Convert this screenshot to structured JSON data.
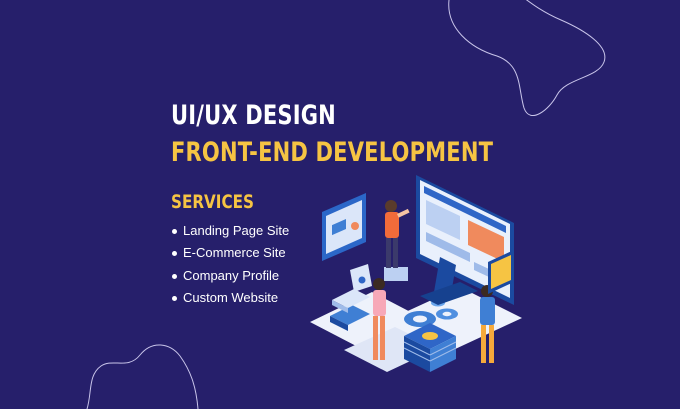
{
  "headline": {
    "line1": "UI/UX DESIGN",
    "line2": "FRONT-END DEVELOPMENT"
  },
  "services": {
    "heading": "SERVICES",
    "items": [
      "Landing Page Site",
      "E-Commerce Site",
      "Company Profile",
      "Custom Website"
    ]
  },
  "illustration": {
    "subject": "isometric web development team illustration"
  },
  "colors": {
    "background": "#261f6b",
    "accent_yellow": "#f6c443",
    "text_white": "#ffffff"
  }
}
